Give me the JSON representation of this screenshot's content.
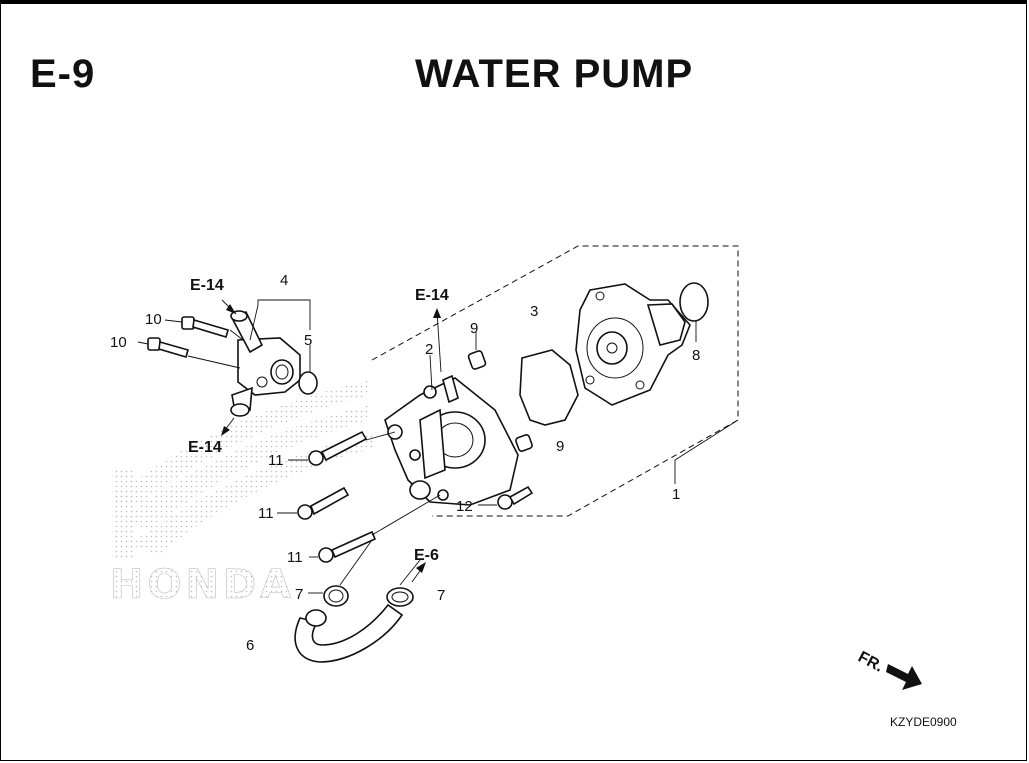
{
  "header": {
    "section_code": "E-9",
    "title": "WATER PUMP"
  },
  "callouts": [
    {
      "id": "1",
      "text": "1"
    },
    {
      "id": "2",
      "text": "2"
    },
    {
      "id": "3",
      "text": "3"
    },
    {
      "id": "4",
      "text": "4"
    },
    {
      "id": "5",
      "text": "5"
    },
    {
      "id": "6",
      "text": "6"
    },
    {
      "id": "7a",
      "text": "7"
    },
    {
      "id": "7b",
      "text": "7"
    },
    {
      "id": "8",
      "text": "8"
    },
    {
      "id": "9a",
      "text": "9"
    },
    {
      "id": "9b",
      "text": "9"
    },
    {
      "id": "10a",
      "text": "10"
    },
    {
      "id": "10b",
      "text": "10"
    },
    {
      "id": "11a",
      "text": "11"
    },
    {
      "id": "11b",
      "text": "11"
    },
    {
      "id": "11c",
      "text": "11"
    },
    {
      "id": "12",
      "text": "12"
    }
  ],
  "references": [
    {
      "id": "e14a",
      "text": "E-14"
    },
    {
      "id": "e14b",
      "text": "E-14"
    },
    {
      "id": "e14c",
      "text": "E-14"
    },
    {
      "id": "e6",
      "text": "E-6"
    }
  ],
  "direction_marker": "FR.",
  "drawing_code": "KZYDE0900",
  "watermark_text": "HONDA",
  "colors": {
    "line": "#111111",
    "background": "#ffffff",
    "watermark": "#bdbdbd"
  }
}
